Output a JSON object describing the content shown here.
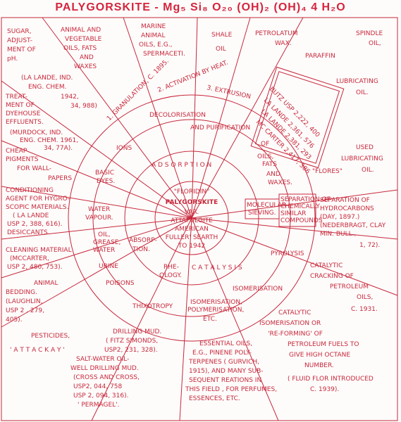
{
  "title": "PALYGORSKITE - Mg₅ Si₈ O₂₀ (OH)₂ (OH)₄ 4 H₂O",
  "center": {
    "floridin": "\"FLORIDIN\"",
    "name": "PALYGORSKITE",
    "var": "VAR.",
    "attapulgite": "ATTAPULGITE",
    "american": "AMERICAN",
    "fullers": "FULLER' SEARTH",
    "to1942": "TO 1942"
  },
  "ring2": {
    "adsorption": "A D S O R P T I O N",
    "catalysis": "C A T A L Y S I S",
    "rheology_1": "RHE-",
    "rheology_2": "OLOGY.",
    "absorption_1": "ABSORP-",
    "absorption_2": "TION.",
    "molecular_1": "MOLECULAR",
    "molecular_2": "SIEVING.",
    "separation_1": "SEPARATION OF",
    "separation_2": "CHEMICALLY",
    "separation_3": "SIMILAR",
    "separation_4": "COMPOUNDS"
  },
  "ring3": {
    "ions": "IONS",
    "basic_1": "BASIC",
    "basic_2": "DYES.",
    "water_1": "WATER",
    "water_2": "VAPOUR.",
    "oil_1": "OIL,",
    "oil_2": "GREASE,",
    "oil_3": "WATER",
    "urine": "URINE",
    "poisons": "POISONS",
    "thixotropy": "THIXOTROPY",
    "isomerisation": "ISOMERISATION",
    "pyrolysis": "PYROLYSIS",
    "decol_1": "DECOLORISATION",
    "decol_2": "AND PURIFICATION",
    "decol_3": "OF",
    "decol_4": "OILS,",
    "decol_5": "FATS",
    "decol_6": "AND",
    "decol_7": "WAXES.",
    "granulation": "1. GRANULATION, C. 1895.",
    "activation": "2. ACTIVATION BY HEAT.",
    "extrusion": "3. EXTRUSION",
    "iso_poly_1": "ISOMERISATION,",
    "iso_poly_2": "POLYMERISATION,",
    "iso_poly_3": "ETC."
  },
  "patents": {
    "butz": "BUTZ USP 2,222, 400",
    "lalande1": "LA LANDE 2,361, 576",
    "lalande2": "LA LANDE 2,381, 293",
    "mccarter": "MC CARTER 2,417, 386",
    "flores": "\"FLORES\""
  },
  "outer": {
    "sugar": [
      "SUGAR,",
      "ADJUST-",
      "MENT OF",
      "pH."
    ],
    "lalande_ref": [
      "(LA LANDE, IND.",
      "ENG. CHEM.",
      "1942,",
      "34, 988)"
    ],
    "animal_oils": [
      "ANIMAL AND",
      "VEGETABLE",
      "OILS, FATS",
      "AND",
      "WAXES"
    ],
    "marine": [
      "MARINE",
      "ANIMAL",
      "OILS, E.G.,",
      "SPERMACETI."
    ],
    "shale": [
      "SHALE",
      "OIL"
    ],
    "petrolatum": [
      "PETROLATUM",
      "WAX."
    ],
    "paraffin": "PARAFFIN",
    "spindle": [
      "SPINDLE",
      "OIL,"
    ],
    "lubricating": [
      "LUBRICATING",
      "OIL."
    ],
    "used_lub": [
      "USED",
      "LUBRICATING",
      "OIL."
    ],
    "dyehouse": [
      "TREAT-",
      "MENT OF",
      "DYEHOUSE",
      "EFFLUENTS."
    ],
    "murdock": [
      "(MURDOCK, IND.",
      "ENG. CHEM. 1961,",
      "34, 77A)."
    ],
    "pigments": [
      "CHEAP",
      "PIGMENTS",
      "FOR WALL-",
      "PAPERS"
    ],
    "conditioning": [
      "CONDITIONING",
      "AGENT FOR HYGRO-",
      "SCOPIC MATERIALS.",
      "( LA LANDE",
      "USP 2, 388, 616).",
      "DESICCANTS."
    ],
    "cleaning": [
      "CLEANING MATERIAL",
      "(MCCARTER,",
      "USP 2, 480, 753)."
    ],
    "bedding": [
      "ANIMAL",
      "BEDDING.",
      "(LAUGHLIN,",
      "USP 2 , 279,",
      "405)."
    ],
    "pesticides": "PESTICIDES,",
    "attackay": "' A T T A C K A Y '",
    "hydrocarbons": [
      "SEPARATION OF",
      "HYDROCARBONS",
      "(DAY, 1897.)",
      "(NEDERBRAGT, CLAY",
      "MIN. BULL.,",
      "1, 72)."
    ],
    "cat_cracking": [
      "CATALYTIC",
      "CRACKING OF",
      "PETROLEUM",
      "OILS,",
      "C. 1931."
    ],
    "cat_iso": [
      "CATALYTIC",
      "ISOMERISATION OR",
      "'RE-FORMING' OF",
      "PETROLEUM FUELS TO",
      "GIVE HIGH OCTANE",
      "NUMBER.",
      "( FLUID FLOR INTRODUCED",
      "C. 1939)."
    ],
    "drilling": [
      "DRILLING MUD.",
      "( FITZ SIMONDS,",
      "USP2, 231, 328).",
      "SALT-WATER OIL-",
      "WELL DRILLING MUD.",
      "(CROSS AND CROSS,",
      "USP2, 044, 758",
      "USP 2, 094, 316).",
      "' PERMAGEL'."
    ],
    "essential": [
      "ESSENTIAL OILS,",
      "E.G., PINENE POLY-",
      "TERPENES ( GURVICH,",
      "1915), AND MANY SUB-",
      "SEQUENT REATIONS IN",
      "THIS FIELD , FOR PERFUMES,",
      "ESSENCES, ETC."
    ]
  }
}
